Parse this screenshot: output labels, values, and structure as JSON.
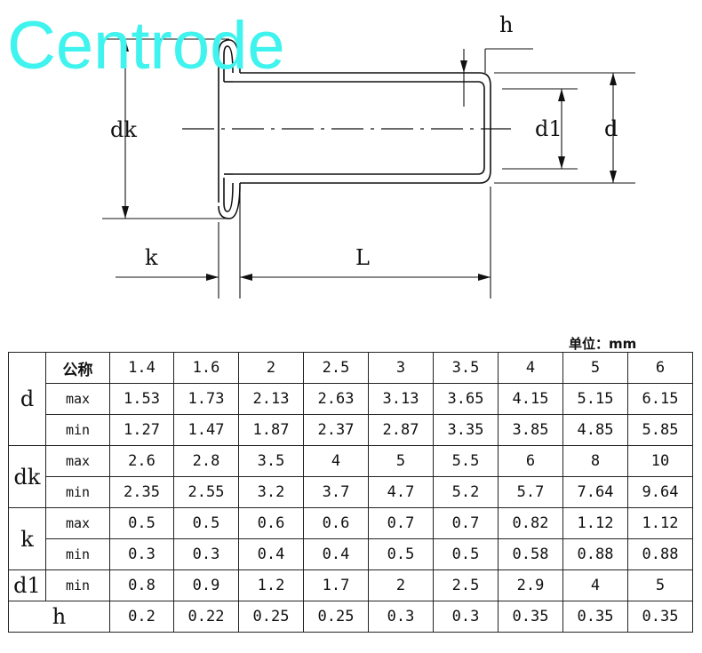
{
  "brand": {
    "text": "Centrode",
    "color": "#3ff3ee"
  },
  "drawing": {
    "labels": {
      "h": "h",
      "dk": "dk",
      "d1": "d1",
      "d": "d",
      "k": "k",
      "L": "L"
    }
  },
  "table": {
    "unit": "单位：mm",
    "header_label": "公称",
    "columns": [
      "1.4",
      "1.6",
      "2",
      "2.5",
      "3",
      "3.5",
      "4",
      "5",
      "6"
    ],
    "groups": [
      {
        "name": "d",
        "rows": [
          {
            "label": "max",
            "values": [
              "1.53",
              "1.73",
              "2.13",
              "2.63",
              "3.13",
              "3.65",
              "4.15",
              "5.15",
              "6.15"
            ]
          },
          {
            "label": "min",
            "values": [
              "1.27",
              "1.47",
              "1.87",
              "2.37",
              "2.87",
              "3.35",
              "3.85",
              "4.85",
              "5.85"
            ]
          }
        ]
      },
      {
        "name": "dk",
        "rows": [
          {
            "label": "max",
            "values": [
              "2.6",
              "2.8",
              "3.5",
              "4",
              "5",
              "5.5",
              "6",
              "8",
              "10"
            ]
          },
          {
            "label": "min",
            "values": [
              "2.35",
              "2.55",
              "3.2",
              "3.7",
              "4.7",
              "5.2",
              "5.7",
              "7.64",
              "9.64"
            ]
          }
        ]
      },
      {
        "name": "k",
        "rows": [
          {
            "label": "max",
            "values": [
              "0.5",
              "0.5",
              "0.6",
              "0.6",
              "0.7",
              "0.7",
              "0.82",
              "1.12",
              "1.12"
            ]
          },
          {
            "label": "min",
            "values": [
              "0.3",
              "0.3",
              "0.4",
              "0.4",
              "0.5",
              "0.5",
              "0.58",
              "0.88",
              "0.88"
            ]
          }
        ]
      },
      {
        "name": "d1",
        "rows": [
          {
            "label": "min",
            "values": [
              "0.8",
              "0.9",
              "1.2",
              "1.7",
              "2",
              "2.5",
              "2.9",
              "4",
              "5"
            ]
          }
        ]
      },
      {
        "name": "h",
        "rows": [
          {
            "label": "",
            "values": [
              "0.2",
              "0.22",
              "0.25",
              "0.25",
              "0.3",
              "0.3",
              "0.35",
              "0.35",
              "0.35"
            ]
          }
        ]
      }
    ]
  }
}
